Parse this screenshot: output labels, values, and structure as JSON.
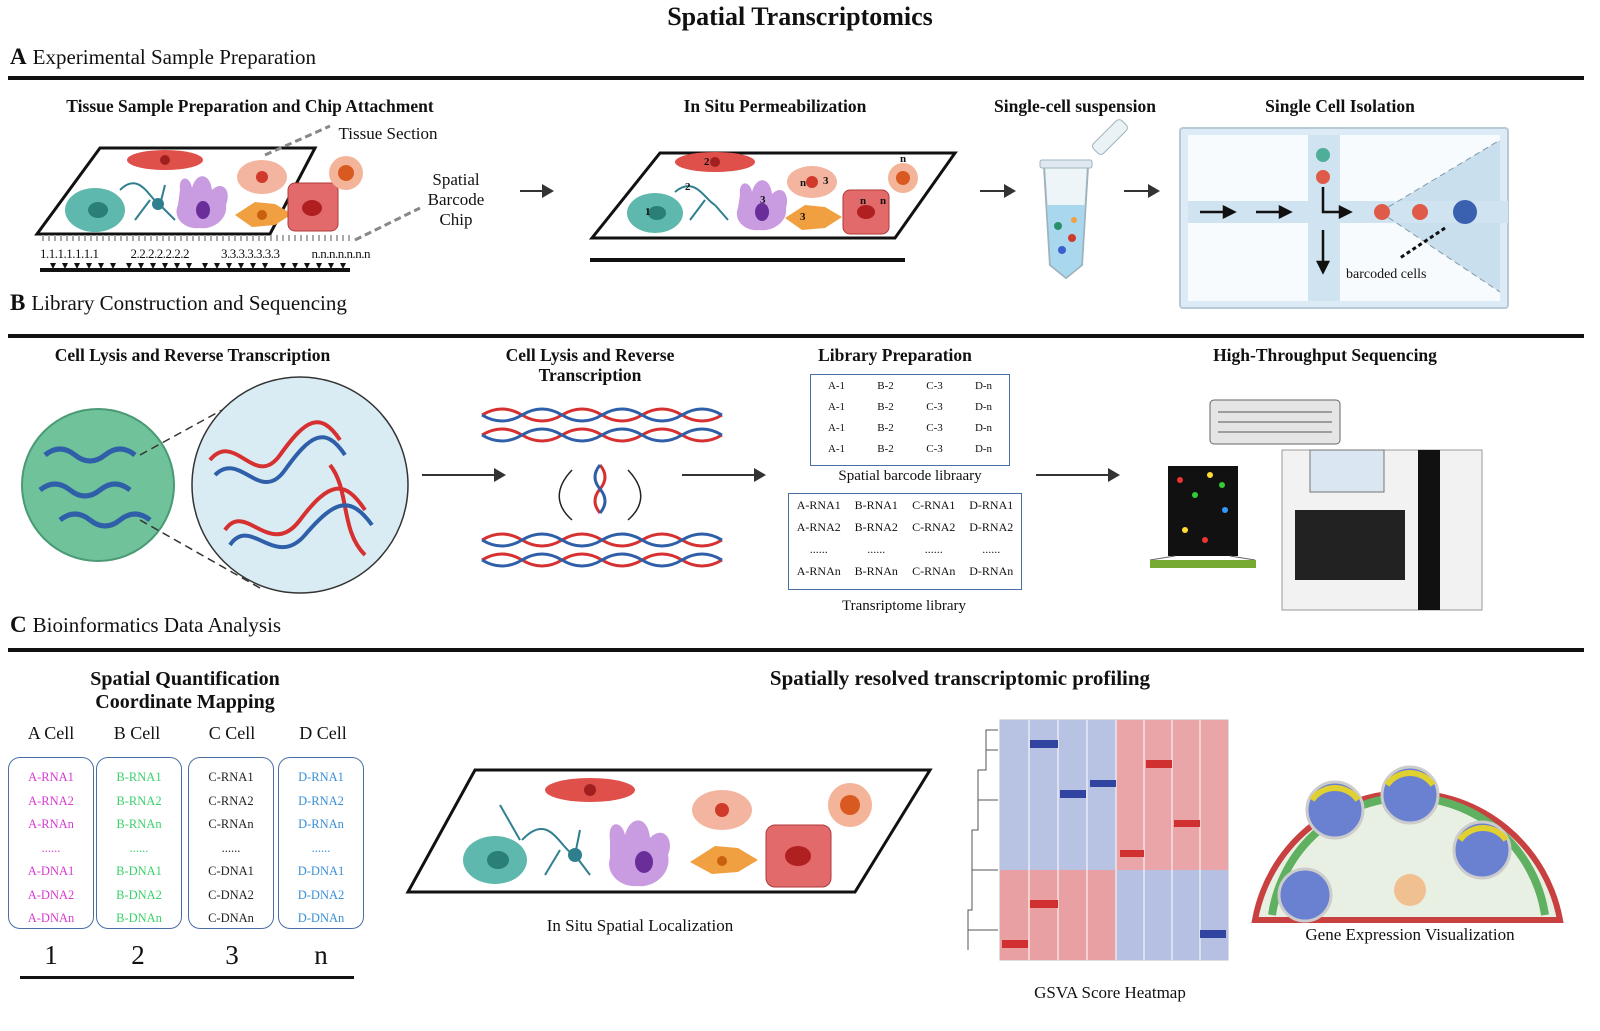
{
  "title": "Spatial Transcriptomics",
  "sections": {
    "a": {
      "letter": "A",
      "label": "Experimental Sample Preparation"
    },
    "b": {
      "letter": "B",
      "label": "Library Construction and Sequencing"
    },
    "c": {
      "letter": "C",
      "label": "Bioinformatics Data Analysis"
    }
  },
  "panel_a": {
    "tissue_title": "Tissue Sample Preparation and Chip Attachment",
    "tissue_section_label": "Tissue Section",
    "chip_label_1": "Spatial",
    "chip_label_2": "Barcode",
    "chip_label_3": "Chip",
    "barcode_rows": [
      "1.1.1.1.1.1.1",
      "2.2.2.2.2.2.2",
      "3.3.3.3.3.3.3",
      "n.n.n.n.n.n.n"
    ],
    "perm_title": "In Situ Permeabilization",
    "suspension_title": "Single-cell suspension",
    "isolation_title": "Single Cell Isolation",
    "barcoded_cells_label": "barcoded cells"
  },
  "panel_b": {
    "lysis_title": "Cell Lysis and Reverse Transcription",
    "rt_title_1": "Cell Lysis and Reverse",
    "rt_title_2": "Transcription",
    "lib_title": "Library Preparation",
    "spatial_lib": [
      [
        "A-1",
        "B-2",
        "C-3",
        "D-n"
      ],
      [
        "A-1",
        "B-2",
        "C-3",
        "D-n"
      ],
      [
        "A-1",
        "B-2",
        "C-3",
        "D-n"
      ],
      [
        "A-1",
        "B-2",
        "C-3",
        "D-n"
      ]
    ],
    "spatial_lib_label": "Spatial barcode libraary",
    "transcriptome_lib": [
      [
        "A-RNA1",
        "B-RNA1",
        "C-RNA1",
        "D-RNA1"
      ],
      [
        "A-RNA2",
        "B-RNA2",
        "C-RNA2",
        "D-RNA2"
      ],
      [
        "......",
        "......",
        "......",
        "......"
      ],
      [
        "A-RNAn",
        "B-RNAn",
        "C-RNAn",
        "D-RNAn"
      ]
    ],
    "transcriptome_lib_label": "Transriptome library",
    "seq_title": "High-Throughput Sequencing"
  },
  "panel_c": {
    "quant_title_1": "Spatial Quantification",
    "quant_title_2": "Coordinate Mapping",
    "cells": [
      {
        "header": "A Cell",
        "color": "#d63bd0",
        "items": [
          "A-RNA1",
          "A-RNA2",
          "A-RNAn",
          "......",
          "A-DNA1",
          "A-DNA2",
          "A-DNAn"
        ],
        "index": "1"
      },
      {
        "header": "B Cell",
        "color": "#3bd16a",
        "items": [
          "B-RNA1",
          "B-RNA2",
          "B-RNAn",
          "......",
          "B-DNA1",
          "B-DNA2",
          "B-DNAn"
        ],
        "index": "2"
      },
      {
        "header": "C Cell",
        "color": "#222222",
        "items": [
          "C-RNA1",
          "C-RNA2",
          "C-RNAn",
          "......",
          "C-DNA1",
          "C-DNA2",
          "C-DNAn"
        ],
        "index": "3"
      },
      {
        "header": "D Cell",
        "color": "#3a8fd6",
        "items": [
          "D-RNA1",
          "D-RNA2",
          "D-RNAn",
          "......",
          "D-DNA1",
          "D-DNA2",
          "D-DNAn"
        ],
        "index": "n"
      }
    ],
    "profiling_title": "Spatially resolved transcriptomic profiling",
    "localization_label": "In Situ Spatial Localization",
    "heatmap_label": "GSVA Score Heatmap",
    "visualization_label": "Gene Expression Visualization"
  }
}
